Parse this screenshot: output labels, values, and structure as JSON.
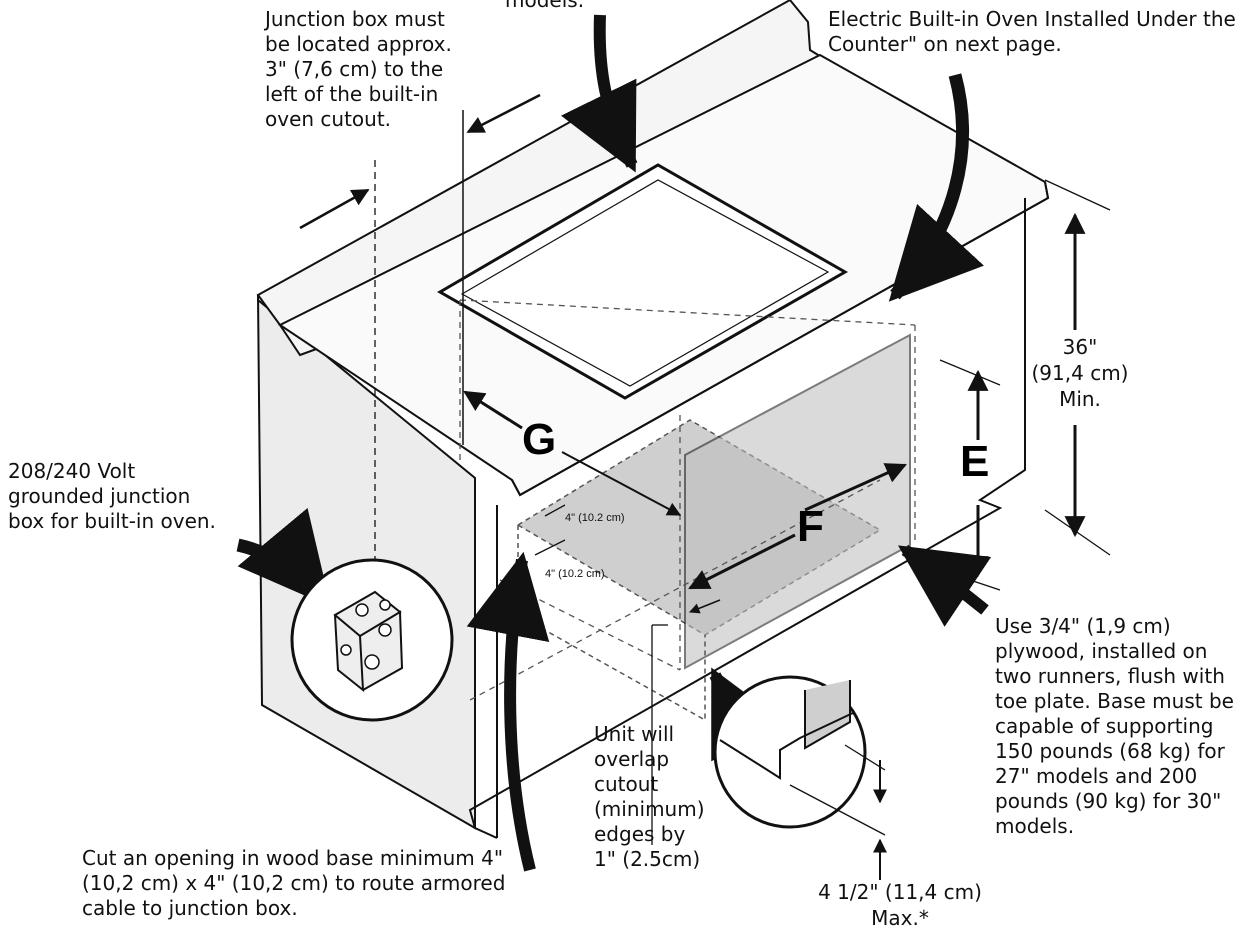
{
  "annotations": {
    "junction_location": "Junction box must\nbe located approx.\n3\" (7,6 cm) to the\nleft of the built-in\noven cutout.",
    "models_top": "models.",
    "oven_reference": "Electric Built-in Oven Installed Under the\nCounter\" on next page.",
    "height_line1": "36\"",
    "height_line2": "(91,4 cm)",
    "height_line3": "Min.",
    "junction_box": "208/240 Volt\ngrounded junction\nbox for built-in oven.",
    "plywood": "Use 3/4\" (1,9 cm)\nplywood, installed on\ntwo runners, flush with\ntoe plate. Base must be\ncapable of supporting\n150 pounds (68 kg) for\n27\" models and 200\npounds (90 kg) for 30\"\nmodels.",
    "overlap": "Unit will\noverlap\ncutout\n(minimum)\nedges by\n1\" (2.5cm)",
    "opening": "Cut an opening in wood base minimum 4\"\n(10,2 cm) x 4\" (10,2 cm) to route armored\ncable to junction box.",
    "toe_line1": "4 1/2\" (11,4 cm)",
    "toe_line2": "Max.*",
    "dim_small_1": "4\" (10.2 cm)",
    "dim_small_2": "4\" (10.2 cm)"
  },
  "labels": {
    "g": "G",
    "e": "E",
    "f": "F"
  },
  "colors": {
    "line": "#111111",
    "cabinet": "#ececec",
    "shade": "#c8c8c8",
    "counter": "#f7f7f7"
  }
}
